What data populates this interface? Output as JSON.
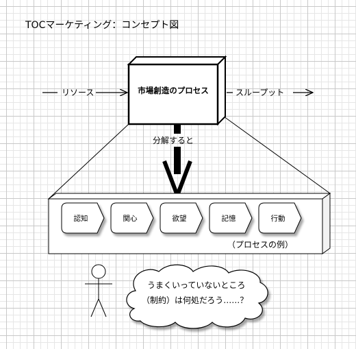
{
  "title": "TOCマーケティング：コンセプト図",
  "process_box": {
    "label": "市場創造のプロセス"
  },
  "input_label": "リソース",
  "output_label": "スループット",
  "decompose_label": "分解すると",
  "steps": [
    "認知",
    "関心",
    "欲望",
    "記憶",
    "行動"
  ],
  "steps_caption": "（プロセスの例）",
  "cloud_text": {
    "line1": "うまくいっていないところ",
    "line2": "（制約）は何処だろう……？"
  },
  "colors": {
    "line": "#000000",
    "fill": "#ffffff",
    "shadow": "#9a9a9a"
  }
}
